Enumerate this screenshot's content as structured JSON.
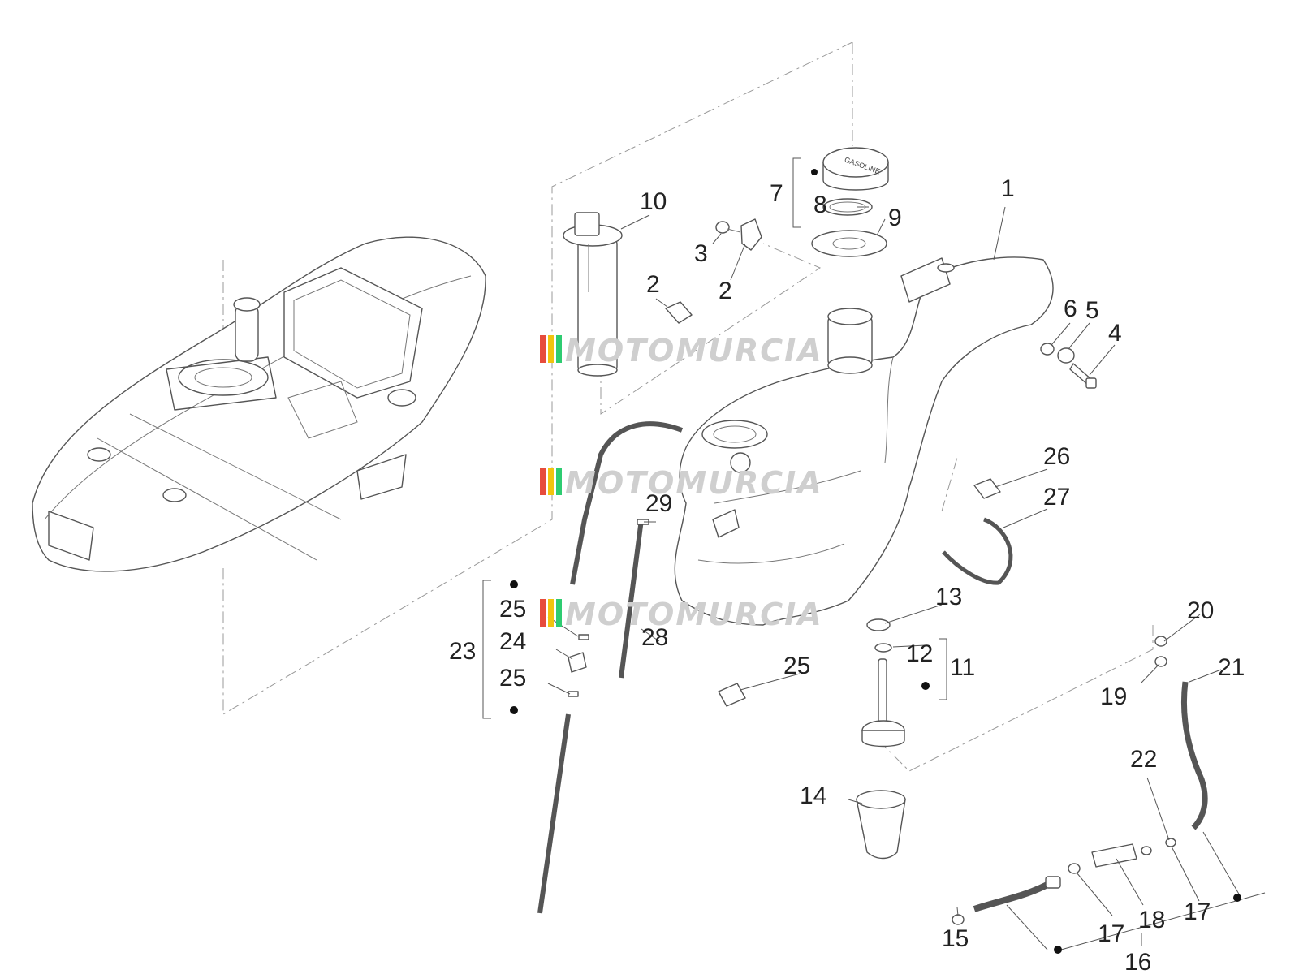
{
  "watermark": {
    "text": "MOTOMURCIA",
    "stripe_colors": [
      "#e74c3c",
      "#f1c40f",
      "#2ecc71"
    ]
  },
  "callouts": [
    "1",
    "2",
    "2",
    "3",
    "4",
    "5",
    "6",
    "7",
    "8",
    "9",
    "10",
    "11",
    "12",
    "13",
    "14",
    "15",
    "16",
    "17",
    "17",
    "18",
    "19",
    "20",
    "21",
    "22",
    "23",
    "24",
    "25",
    "25",
    "25",
    "26",
    "27",
    "28",
    "29"
  ],
  "cap_text": "GASOLINE",
  "colors": {
    "line": "#555555",
    "dashed": "#999999",
    "dot": "#111111"
  }
}
